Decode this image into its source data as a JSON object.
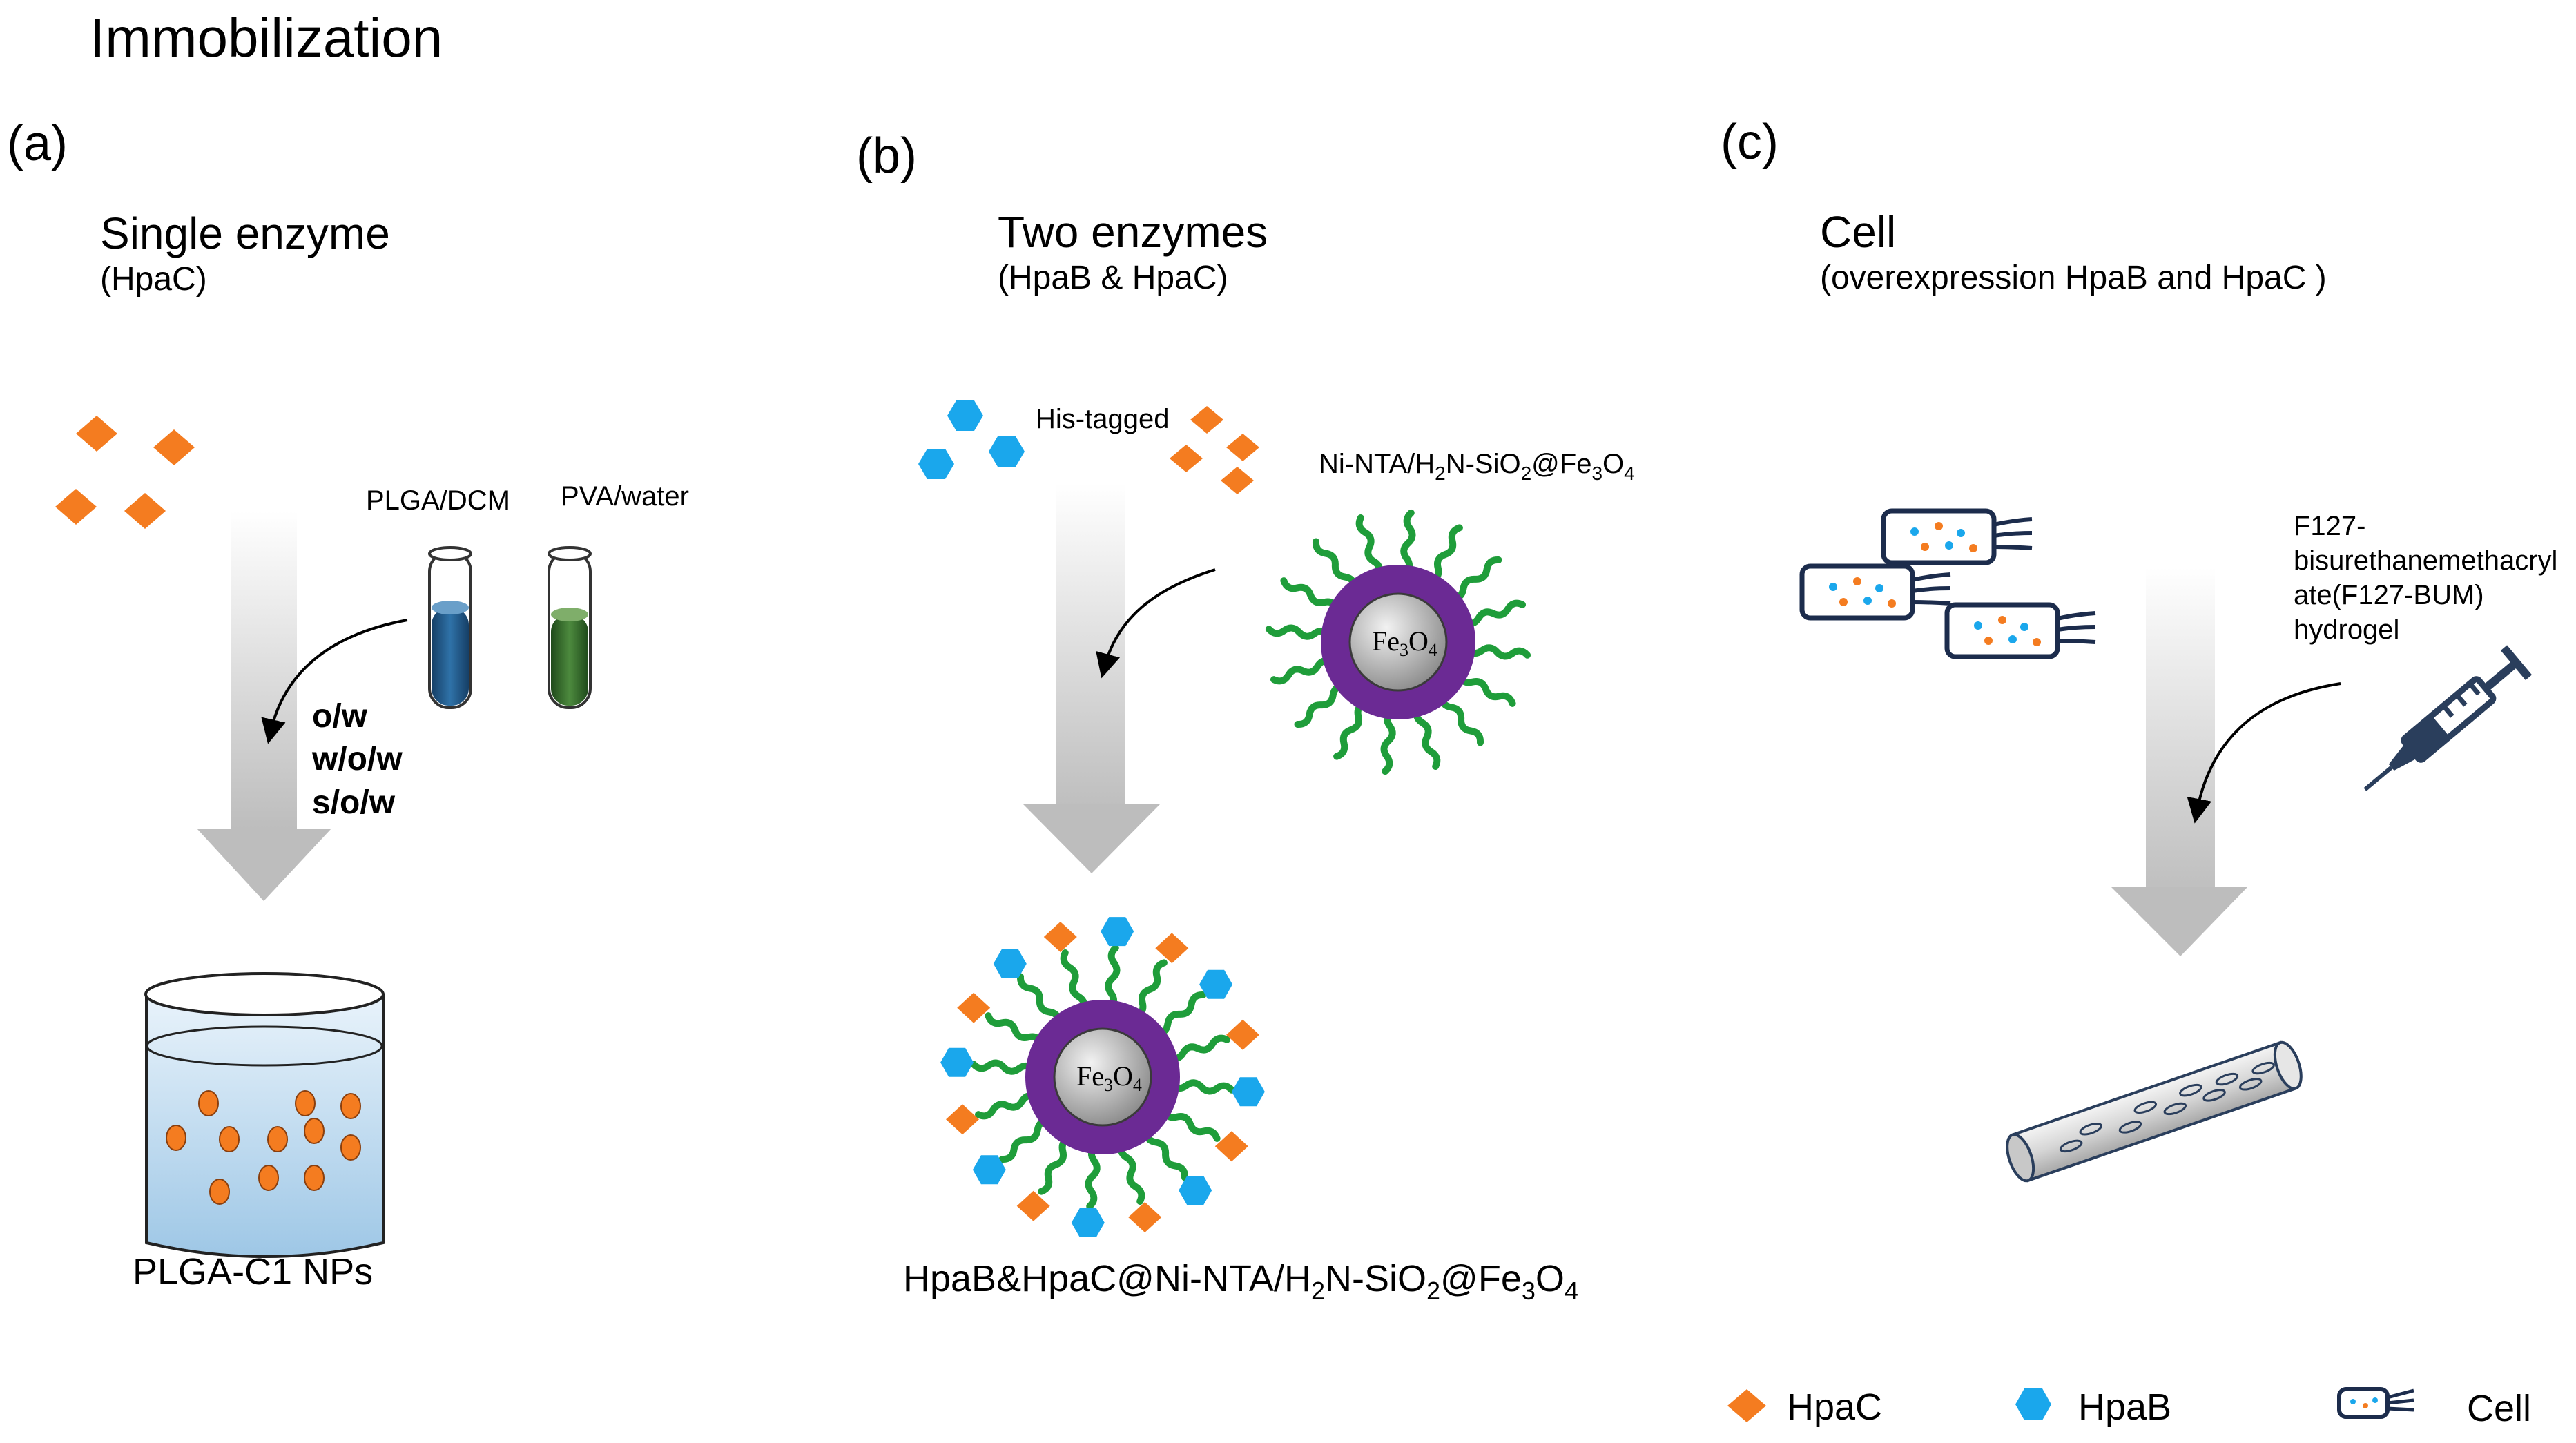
{
  "title": "Immobilization",
  "panels": {
    "a": {
      "label": "(a)",
      "heading": "Single enzyme",
      "subheading": "(HpaC)",
      "reagent1": "PLGA/DCM",
      "reagent2": "PVA/water",
      "methods": [
        "o/w",
        "w/o/w",
        "s/o/w"
      ],
      "product": "PLGA-C1 NPs"
    },
    "b": {
      "label": "(b)",
      "heading": "Two enzymes",
      "subheading": "(HpaB & HpaC)",
      "tag_label": "His-tagged",
      "support_label_parts": [
        "Ni-NTA/H",
        "2",
        "N-SiO",
        "2",
        "@Fe",
        "3",
        "O",
        "4"
      ],
      "core_label_parts": [
        "Fe",
        "3",
        "O",
        "4"
      ],
      "product_parts": [
        "HpaB&HpaC@Ni-NTA/H",
        "2",
        "N-SiO",
        "2",
        "@Fe",
        "3",
        "O",
        "4"
      ]
    },
    "c": {
      "label": "(c)",
      "heading": "Cell",
      "subheading": "(overexpression HpaB and HpaC )",
      "hydrogel_lines": [
        "F127-",
        "bisurethanemethacryl",
        "ate(F127-BUM)",
        "hydrogel"
      ]
    }
  },
  "legend": {
    "hpac": "HpaC",
    "hpab": "HpaB",
    "cell": "Cell"
  },
  "colors": {
    "hpac_orange": "#f47c20",
    "hpab_blue": "#1aa7ec",
    "shell_purple": "#6b2a94",
    "linker_green": "#1f9d3a",
    "cell_navy": "#1c2c4c",
    "tube_blue": "#1f5a8a",
    "tube_green": "#2f5f2a"
  }
}
